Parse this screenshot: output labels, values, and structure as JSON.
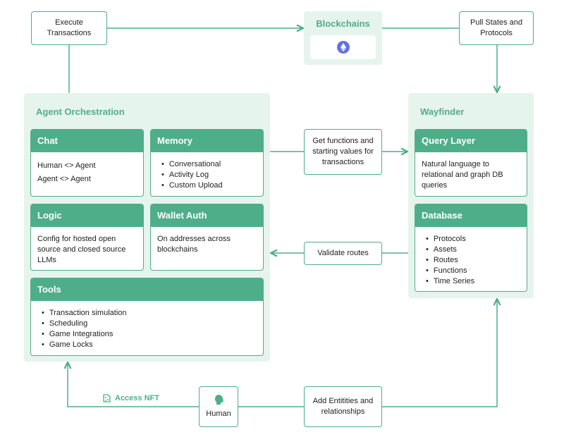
{
  "execute": "Execute Transactions",
  "blockchains": {
    "title": "Blockchains",
    "icon": "ethereum-icon"
  },
  "pull": "Pull States and Protocols",
  "orchestration": {
    "title": "Agent Orchestration",
    "chat": {
      "title": "Chat",
      "lines": [
        "Human <> Agent",
        "Agent <> Agent"
      ]
    },
    "memory": {
      "title": "Memory",
      "items": [
        "Conversational",
        "Activity Log",
        "Custom Upload"
      ]
    },
    "logic": {
      "title": "Logic",
      "text": "Config for hosted open source and closed source LLMs"
    },
    "wallet": {
      "title": "Wallet Auth",
      "text": "On addresses across blockchains"
    },
    "tools": {
      "title": "Tools",
      "items": [
        "Transaction simulation",
        "Scheduling",
        "Game Integrations",
        "Game Locks"
      ]
    }
  },
  "wayfinder": {
    "title": "Wayfinder",
    "query": {
      "title": "Query Layer",
      "text": "Natural language to relational and graph DB queries"
    },
    "database": {
      "title": "Database",
      "items": [
        "Protocols",
        "Assets",
        "Routes",
        "Functions",
        "Time Series"
      ]
    }
  },
  "get_functions": "Get functions and starting values for transactions",
  "validate": "Validate routes",
  "access_nft": "Access NFT",
  "human": "Human",
  "add_entities": "Add Entitities and relationships",
  "colors": {
    "accent": "#4fae8a",
    "panel": "#e6f4ee",
    "eth": "#6272e0"
  }
}
